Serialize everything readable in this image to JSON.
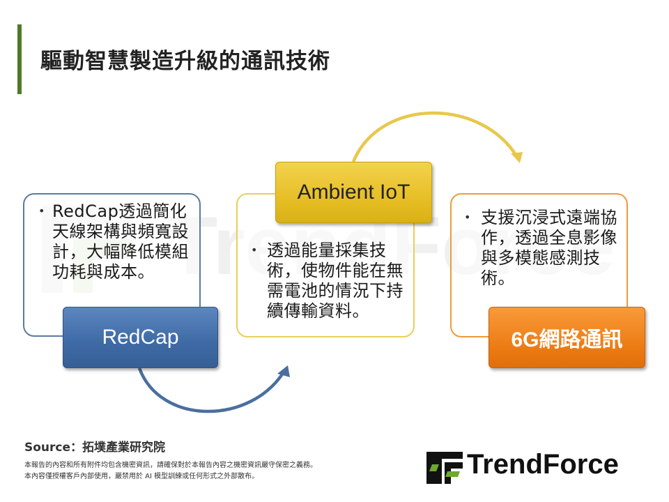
{
  "title": "驅動智慧製造升級的通訊技術",
  "watermark": {
    "text": "TrendForce"
  },
  "nodes": [
    {
      "label": "RedCap",
      "description": "RedCap透過簡化天線架構與頻寬設計，大幅降低模組功耗與成本。",
      "color": "#4a74ad"
    },
    {
      "label": "Ambient IoT",
      "description": "透過能量採集技術，使物件能在無需電池的情況下持續傳輸資料。",
      "color": "#e8c22a"
    },
    {
      "label": "6G網路通訊",
      "description": "支援沉浸式遠端協作，透過全息影像與多模態感測技術。",
      "color": "#f0841e"
    }
  ],
  "footer": {
    "source": "Source：拓墣產業研究院",
    "disclaimer_line1": "本報告的內容和所有附件均包含機密資訊，請確保對於本報告內容之機密資訊嚴守保密之義務。",
    "disclaimer_line2": "本內容僅授權客戶內部使用，嚴禁用於 AI 模型訓練或任何形式之外部散布。",
    "brand": "TrendForce"
  },
  "colors": {
    "title_bar": "#4f7a28",
    "arrow_blue": "#4a6f9e",
    "arrow_yellow": "#e8c84a"
  }
}
